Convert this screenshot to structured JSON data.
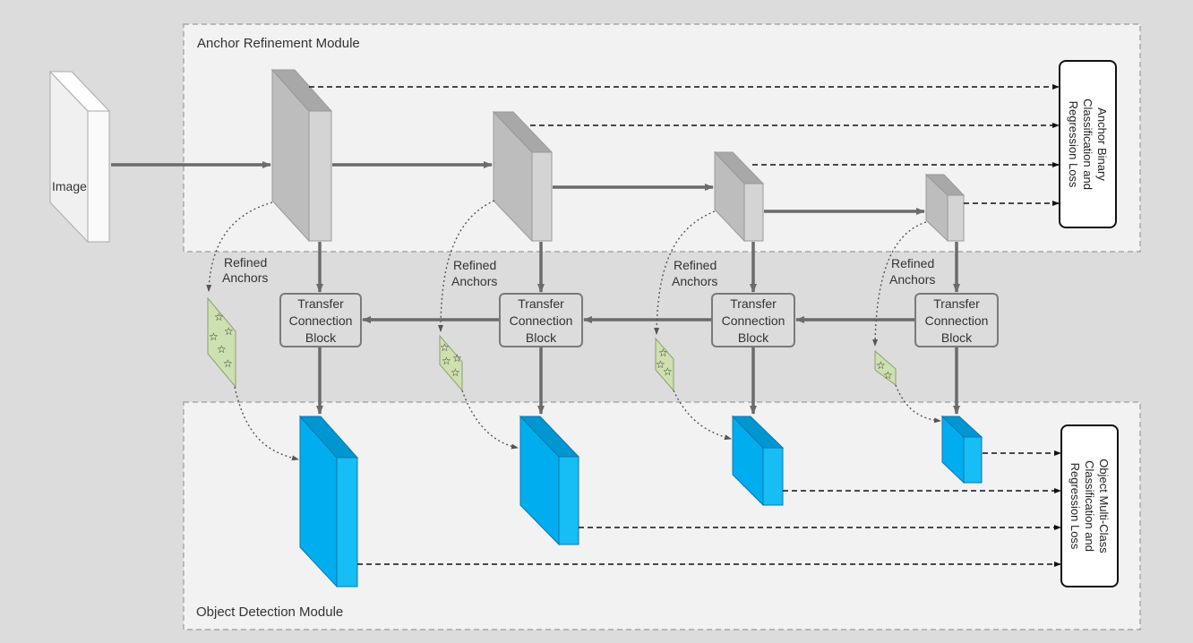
{
  "modules": {
    "arm_label": "Anchor Refinement Module",
    "odm_label": "Object Detection Module"
  },
  "input": {
    "label": "Image"
  },
  "refined_anchors_label": [
    "Refined",
    "Anchors"
  ],
  "tcb_label": [
    "Transfer",
    "Connection",
    "Block"
  ],
  "losses": {
    "arm": [
      "Anchor Binary",
      "Classification and",
      "Regression Loss"
    ],
    "odm": [
      "Object Multi-Class",
      "Classification and",
      "Regression Loss"
    ]
  },
  "colors": {
    "arm_feature": "#c0c0c0",
    "odm_feature": "#00aeef",
    "anchor_patch": "#cde0b0",
    "arrow": "#6b6b6b",
    "tcb_fill": "#dcdcdc"
  }
}
